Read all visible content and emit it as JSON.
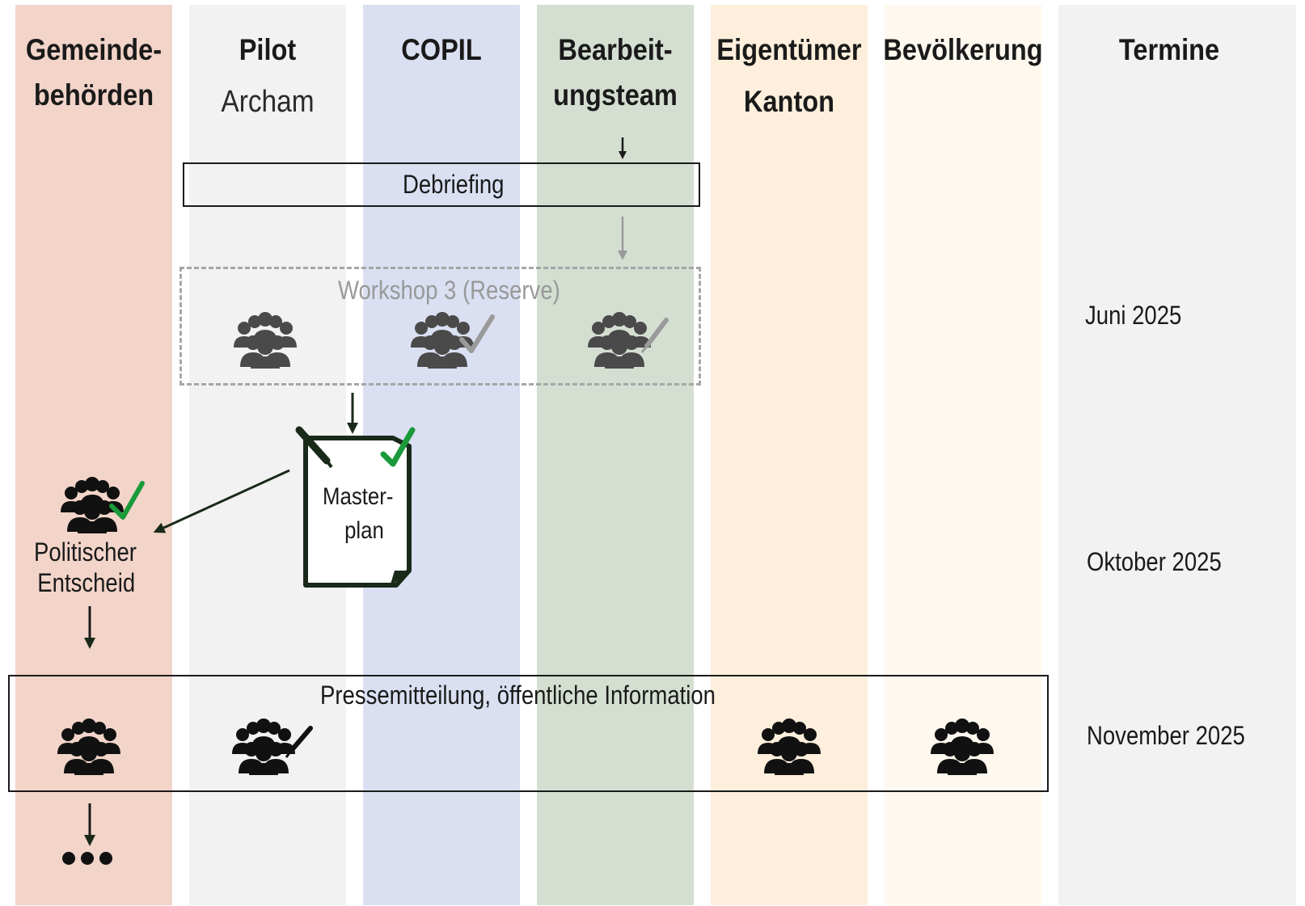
{
  "lanes": [
    {
      "id": "gemeindebehoerden",
      "title_line1": "Gemeinde-",
      "title_line2": "behörden",
      "color": "#f2d4c9"
    },
    {
      "id": "pilot",
      "title_line1": "Pilot",
      "title_line2": "Archam",
      "color": "#f2f2f2"
    },
    {
      "id": "copil",
      "title_line1": "COPIL",
      "title_line2": "",
      "color": "#dae0f2"
    },
    {
      "id": "bearbeitungsteam",
      "title_line1": "Bearbeit-",
      "title_line2": "ungsteam",
      "color": "#d4dfd2"
    },
    {
      "id": "eigentuemer",
      "title_line1": "Eigentümer",
      "title_line2": "Kanton",
      "color": "#fdefdc"
    },
    {
      "id": "bevoelkerung",
      "title_line1": "Bevölkerung",
      "title_line2": "",
      "color": "#fef8ee"
    },
    {
      "id": "termine",
      "title_line1": "Termine",
      "title_line2": "",
      "color": "#f2f2f2"
    }
  ],
  "steps": {
    "debriefing": "Debriefing",
    "workshop": "Workshop 3 (Reserve)",
    "masterplan_line1": "Master-",
    "masterplan_line2": "plan",
    "political_line1": "Politischer",
    "political_line2": "Entscheid",
    "press": "Pressemitteilung, öffentliche Information"
  },
  "dates": {
    "june": "Juni 2025",
    "october": "Oktober 2025",
    "november": "November 2025"
  },
  "icons": {
    "group": "group-icon",
    "group_check": "group-check-icon",
    "group_pen": "group-pen-icon",
    "document": "document-icon",
    "ellipsis": "ellipsis-icon",
    "arrow": "arrow-down-icon"
  },
  "colors": {
    "check_green": "#1a9a3a",
    "dark": "#1a1a1a",
    "muted": "#999999",
    "muted_icon": "#555555"
  }
}
